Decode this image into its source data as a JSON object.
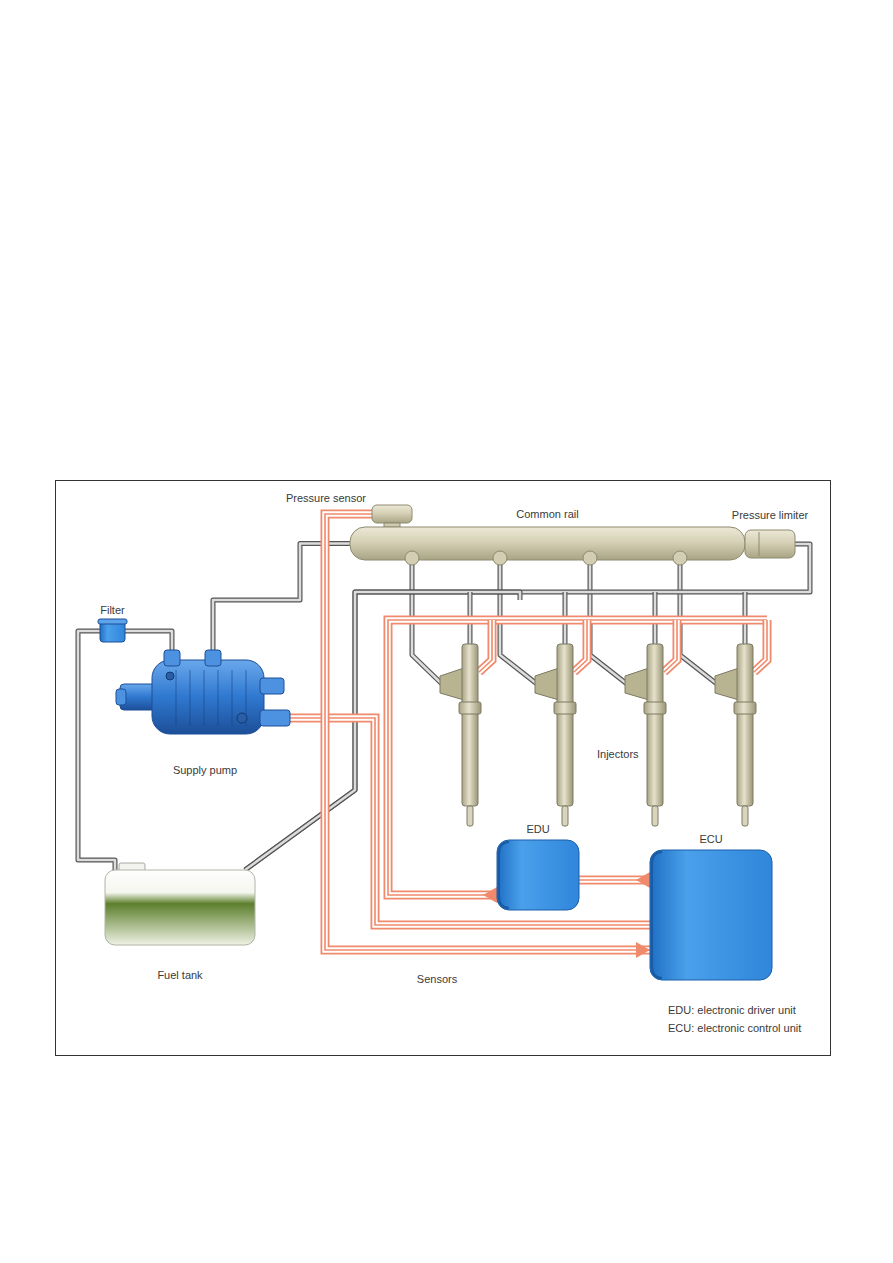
{
  "diagram": {
    "nodes": [
      {
        "text": [
          "Filter"
        ]
      },
      {
        "text": [
          "Supply pump"
        ]
      },
      {
        "text": [
          "Pressure sensor"
        ]
      },
      {
        "text": [
          "Common rail"
        ]
      },
      {
        "text": [
          "Pressure limiter"
        ]
      },
      {
        "text": [
          "Injectors"
        ]
      },
      {
        "text": [
          "EDU"
        ]
      },
      {
        "text": [
          "ECU"
        ]
      },
      {
        "text": [
          "Fuel tank"
        ]
      }
    ],
    "edges": [
      {
        "from": 8,
        "to": 0,
        "arrow": "none"
      },
      {
        "from": 0,
        "to": 1,
        "arrow": "none"
      },
      {
        "from": 1,
        "to": 3,
        "arrow": "none"
      },
      {
        "from": 3,
        "to": 5,
        "arrow": "none"
      },
      {
        "from": 4,
        "to": 8,
        "arrow": "none"
      },
      {
        "from": 5,
        "to": 8,
        "arrow": "none"
      },
      {
        "from": 5,
        "to": 6,
        "arrow": "to"
      },
      {
        "from": 6,
        "to": 7,
        "arrow": "to"
      },
      {
        "from": 1,
        "to": 7,
        "arrow": "none"
      },
      {
        "from": 2,
        "to": 7,
        "arrow": "to"
      }
    ],
    "labels": [
      "Sensors",
      "EDU: electronic driver unit",
      "ECU: electronic control unit"
    ]
  }
}
